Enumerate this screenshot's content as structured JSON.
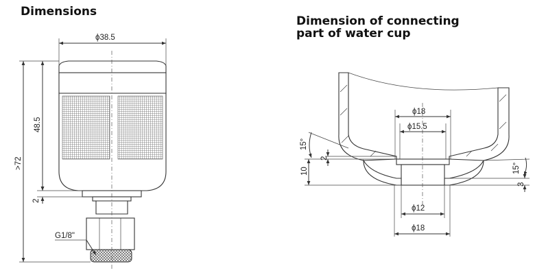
{
  "headings": {
    "left": "Dimensions",
    "right_line1": "Dimension of connecting",
    "right_line2": "part of water cup"
  },
  "left_dims": {
    "diameter_top": "ϕ38.5",
    "height_body": "48.5",
    "height_total": ">72",
    "gap": "2",
    "thread": "G1/8\""
  },
  "right_dims": {
    "d18_top": "ϕ18",
    "d155": "ϕ15.5",
    "d12": "ϕ12",
    "d18_bottom": "ϕ18",
    "angle_left": "15°",
    "angle_right": "15°",
    "h2": "2",
    "h10": "10",
    "h3": "3"
  },
  "colors": {
    "line": "#333333",
    "mesh": "#777777"
  }
}
